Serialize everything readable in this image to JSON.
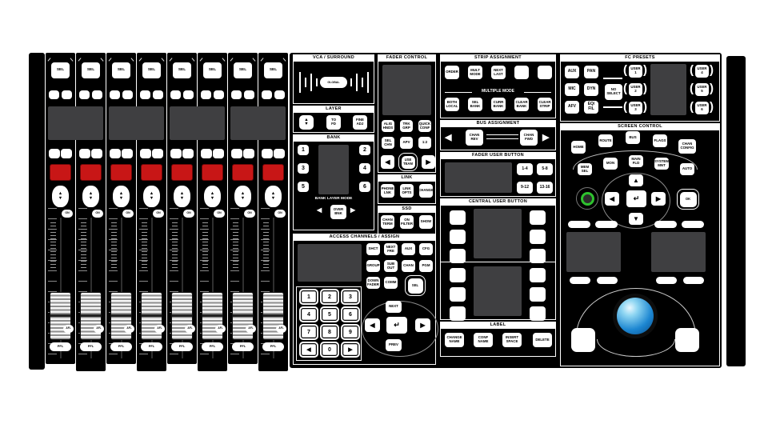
{
  "strips": {
    "count": 8,
    "display_count": 4,
    "sel": "SEL",
    "on": "ON",
    "afl": "AFL",
    "pfl": "PFL"
  },
  "icons": {
    "left": "◀",
    "right": "▶",
    "up": "▲",
    "down": "▼",
    "enter": "↵",
    "paren_open": "(",
    "paren_close": ")"
  },
  "vca": {
    "title": "VCA / SURROUND",
    "global": "GLOBAL"
  },
  "layer": {
    "title": "LAYER",
    "buttons": [
      "",
      "TO\nFD",
      "FINE\nADJ"
    ]
  },
  "bank": {
    "title": "BANK",
    "left": [
      "1",
      "3",
      "5"
    ],
    "right": [
      "2",
      "4",
      "6"
    ],
    "mode_label": "BANK LAYER MODE",
    "mode_button": "OVER\nBNK"
  },
  "access": {
    "title": "ACCESS CHANNELS / ASSIGN",
    "keys": [
      "1",
      "2",
      "3",
      "4",
      "5",
      "6",
      "7",
      "8",
      "9",
      "0"
    ],
    "cluster": [
      "SHCT",
      "NEXT\nFRE",
      "AUX",
      "CFG",
      "GROUP",
      "SUB\nOUT",
      "CHAN",
      "PGM",
      "DOWN\nFADER",
      "COMM"
    ],
    "sel": "SEL",
    "nav_up": "NEXT",
    "nav_down": "PREV"
  },
  "fader_control": {
    "title": "FADER CONTROL",
    "buttons": [
      "ALIG\nHNDS",
      "TRK\nGRP",
      "QUICK\nCONF",
      "SEL\nCHN",
      "APV",
      "1:2"
    ],
    "center": "USE\nTEAM"
  },
  "link": {
    "title": "LINK",
    "buttons": [
      "PHONE\nLNK",
      "LINK\nOPTS",
      "CHANGE"
    ]
  },
  "ssd": {
    "title": "SSD",
    "buttons": [
      "CHAN\nTERM",
      "ON\nFILTER",
      "SHOW"
    ]
  },
  "strip_assignment": {
    "title": "STRIP ASSIGNMENT",
    "row1": [
      "ORDER",
      "MULT\nMODE",
      "NEXT\nLAST",
      "",
      ""
    ],
    "multiple_mode": "MULTIPLE MODE",
    "row2": [
      "BOTH\nLOCAL",
      "SEL\nBANK",
      "CURR\nBANK",
      "CLEAR\nBANK",
      "CLEAR\nSTRIP"
    ]
  },
  "bus_assignment": {
    "title": "BUS ASSIGNMENT",
    "rev": "CHAN\nREV",
    "fwd": "CHAN\nFWD"
  },
  "fader_user": {
    "title": "FADER USER BUTTON",
    "buttons": [
      "1-4",
      "5-8",
      "9-12",
      "13-16"
    ]
  },
  "central_user": {
    "title": "CENTRAL USER BUTTON"
  },
  "label_sec": {
    "title": "LABEL",
    "buttons": [
      "CHANGE\nNAME",
      "CONF\nNAME",
      "INSERT\nSPACE",
      "DELETE"
    ]
  },
  "fc_presets": {
    "title": "FC PRESETS",
    "col1": [
      "AUX",
      "MIC",
      "AFV"
    ],
    "col2": [
      "PAN",
      "DYN",
      "EQ/\nFIL"
    ],
    "no_select": "NO\nSELECT",
    "user_left": [
      "USER\n1",
      "USER\n2",
      "USER\n3"
    ],
    "user_right": [
      "USER\n4",
      "USER\n5",
      "USER\n6"
    ]
  },
  "screen_control": {
    "title": "SCREEN CONTROL",
    "arc_top": [
      "HOME",
      "ROUTE",
      "BUS",
      "FLAGS",
      "CHAN\nCONFIG"
    ],
    "arc_bottom": [
      "MEM\nSEL",
      "MON",
      "MAIN\nFLD",
      "SYSTEM\nMNT",
      "AUTO"
    ],
    "ok": "OK"
  },
  "colors": {
    "panel": "#000000",
    "display": "#3f3f41",
    "button": "#ffffff",
    "red_button": "#c81616",
    "trackball_blue": "#1c86d1",
    "encoder_green": "#2ec22e"
  }
}
